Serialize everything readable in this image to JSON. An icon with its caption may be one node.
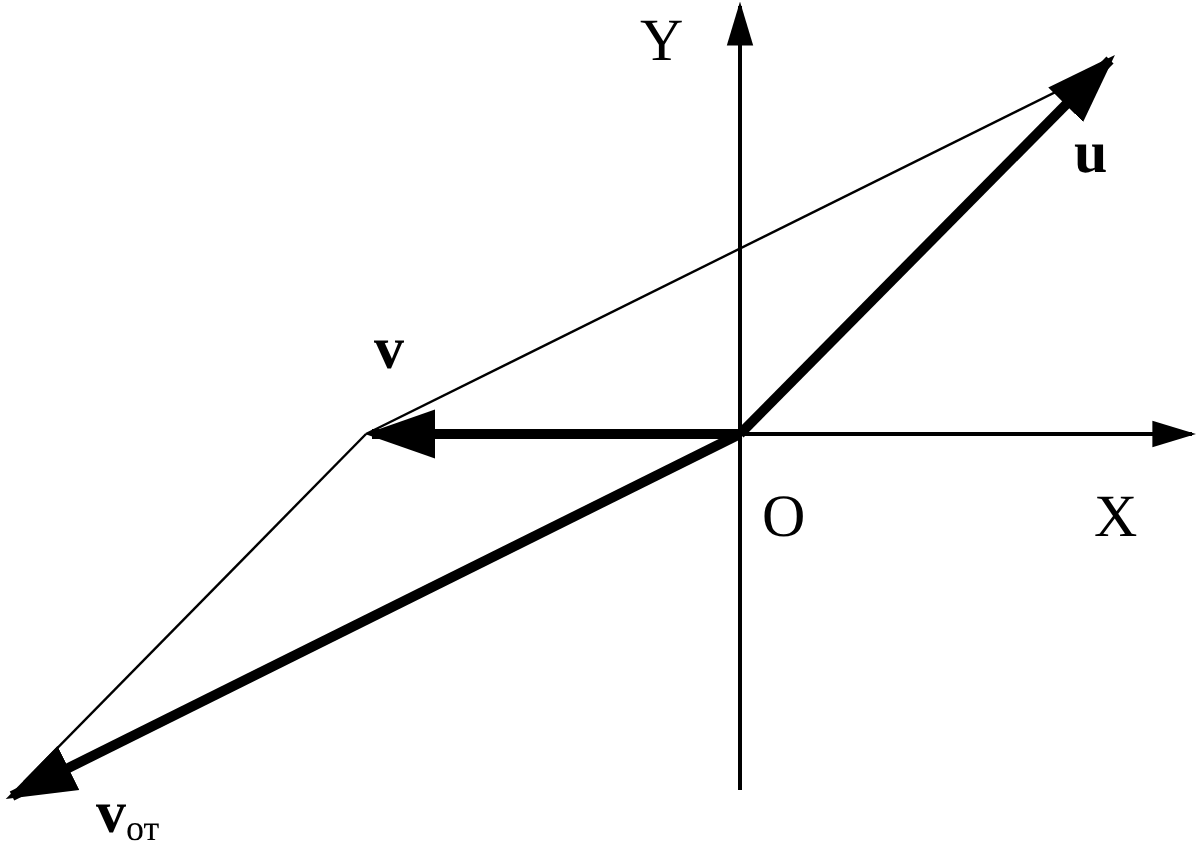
{
  "diagram": {
    "labels": [
      "Y",
      "u",
      "v",
      "O",
      "X",
      "**v**$_{от}$"
    ]
  }
}
